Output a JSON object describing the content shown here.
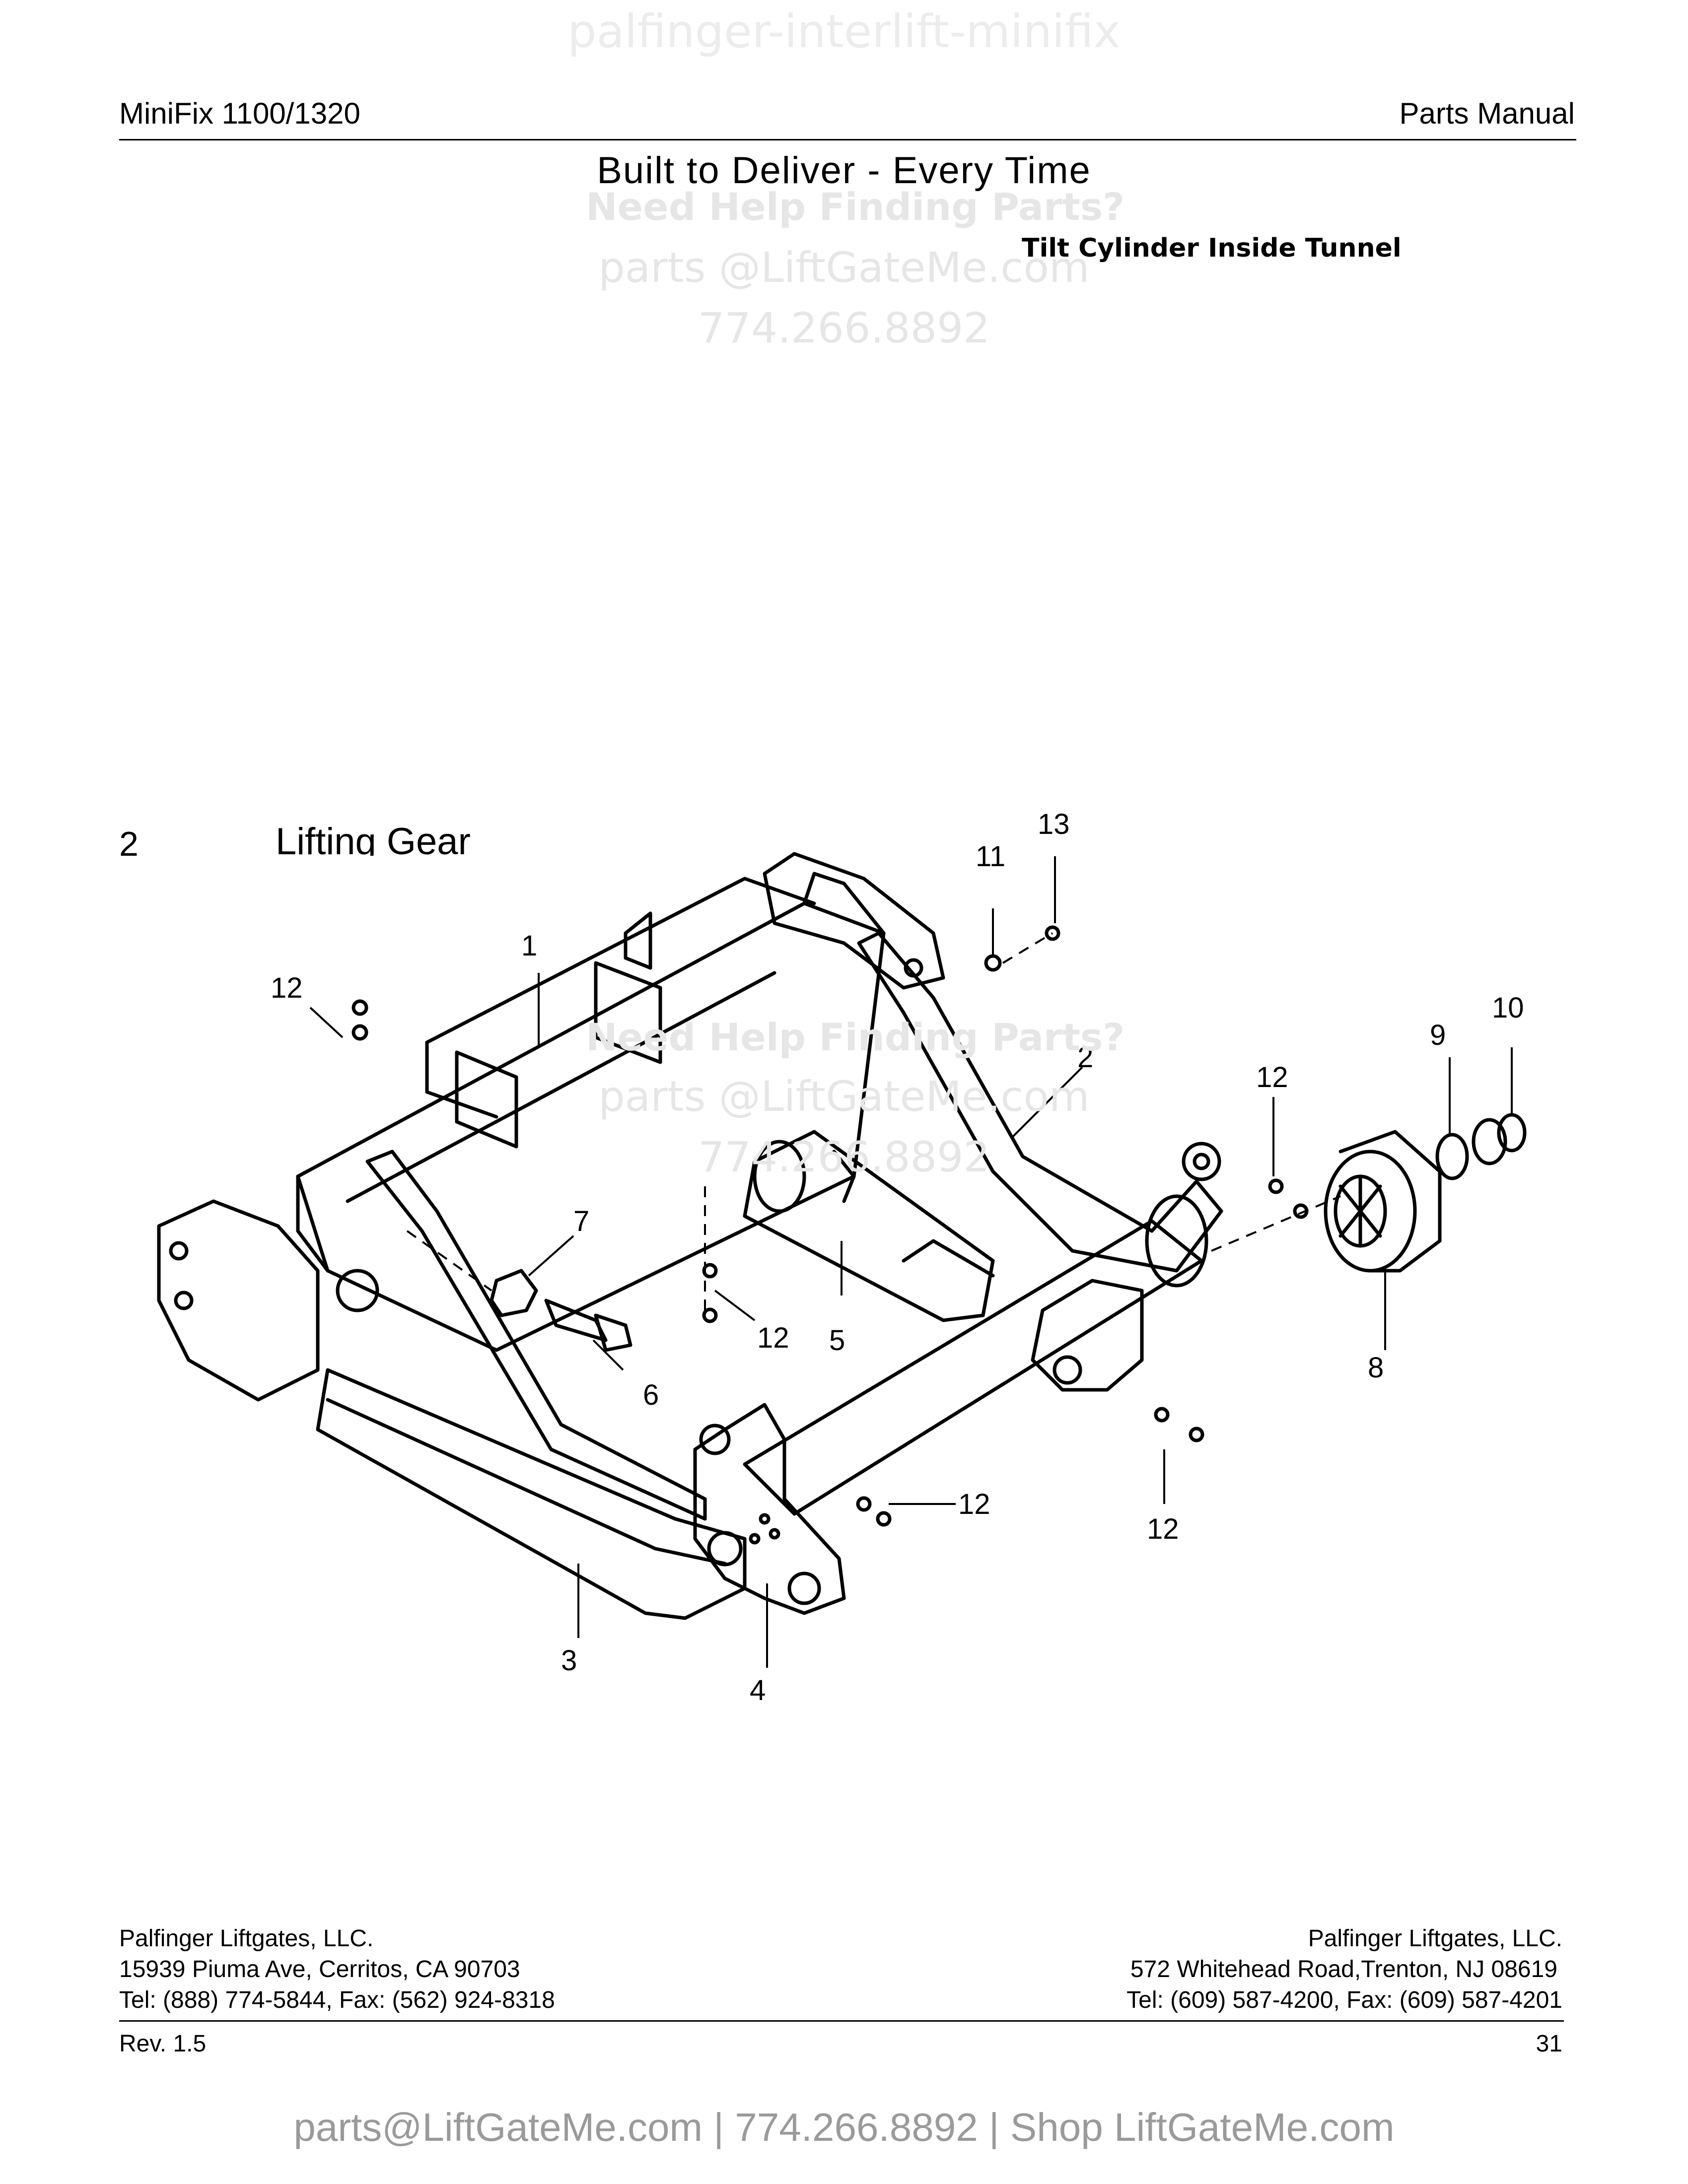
{
  "watermarks": {
    "top": "palfinger-interlift-minifix",
    "need_help": "Need Help Finding Parts?",
    "email": "parts @LiftGateMe.com",
    "phone": "774.266.8892"
  },
  "header": {
    "left": "MiniFix 1100/1320",
    "right": "Parts Manual",
    "tagline": "Built to Deliver - Every Time"
  },
  "diagram": {
    "note": "Tilt Cylinder Inside Tunnel",
    "section_number": "2",
    "section_title": "Lifting Gear",
    "callouts": [
      "1",
      "2",
      "3",
      "4",
      "5",
      "6",
      "7",
      "8",
      "9",
      "10",
      "11",
      "12",
      "13"
    ]
  },
  "footer": {
    "left": {
      "company": "Palfinger Liftgates, LLC.",
      "address": "15939 Piuma Ave, Cerritos, CA 90703",
      "phone": "Tel: (888) 774-5844, Fax: (562) 924-8318"
    },
    "right": {
      "company": "Palfinger Liftgates, LLC.",
      "address": "572 Whitehead Road,Trenton, NJ 08619",
      "phone": "Tel: (609) 587-4200, Fax: (609) 587-4201"
    },
    "revision": "Rev. 1.5",
    "page_number": "31",
    "contact_line": "parts@LiftGateMe.com | 774.266.8892 | Shop LiftGateMe.com"
  },
  "colors": {
    "line": "#000000",
    "watermark": "#e6e6e6",
    "contact": "#9a9a9a"
  }
}
